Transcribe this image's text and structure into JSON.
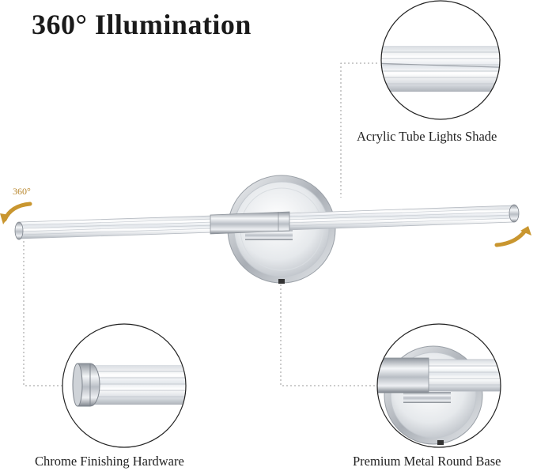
{
  "title": "360° Illumination",
  "rotation_label": "360°",
  "callouts": {
    "acrylic": "Acrylic Tube Lights Shade",
    "chrome": "Chrome Finishing Hardware",
    "base": "Premium Metal Round Base"
  },
  "colors": {
    "accent_arrow": "#c9962f",
    "chrome": "#c8ccd2",
    "tube": "#eef1f4",
    "dashed": "#9a9a9a"
  },
  "icons": [
    "rotate-left-arrow-icon",
    "rotate-right-arrow-icon"
  ]
}
